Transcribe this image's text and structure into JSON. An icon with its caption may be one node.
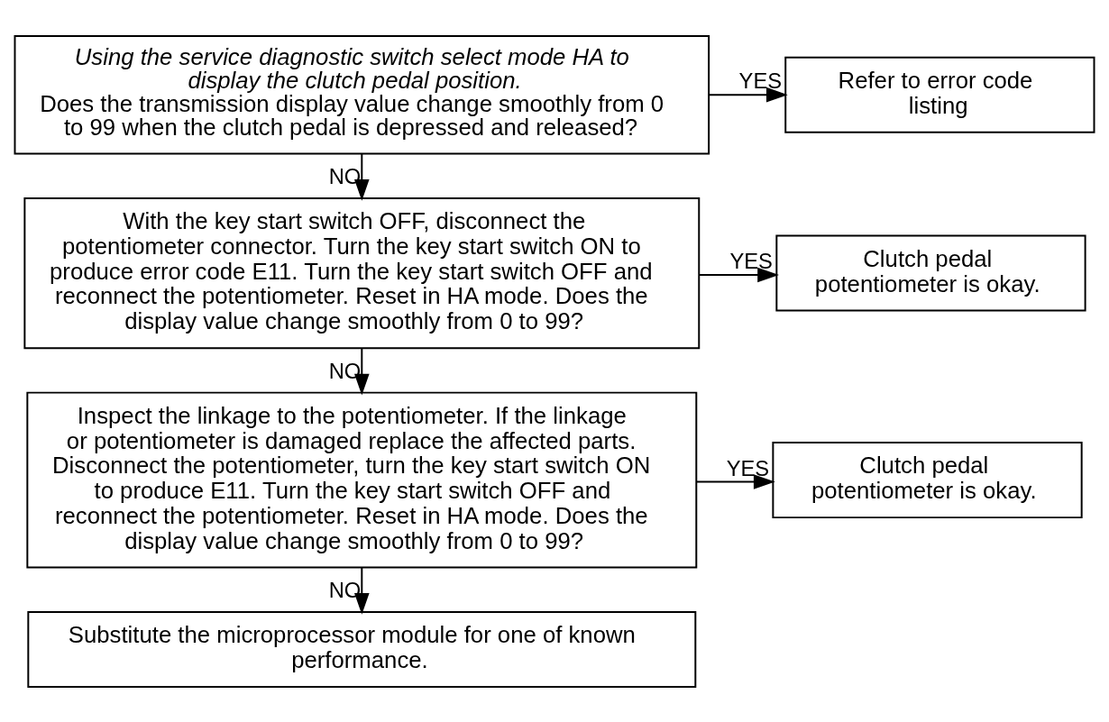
{
  "diagram": {
    "nodes": [
      {
        "text": [
          "Using the service diagnostic switch select mode HA to display the clutch pedal position.",
          "Does the transmission display value change smoothly from 0 to 99 when the clutch pedal is depressed and released?"
        ]
      },
      {
        "text": [
          "Refer to error code listing"
        ]
      },
      {
        "text": [
          "With the key start switch OFF, disconnect the potentiometer connector. Turn the key start switch ON to produce error code E11. Turn the key start switch OFF and reconnect the potentiometer. Reset in HA mode. Does the display value change smoothly from 0 to 99?"
        ]
      },
      {
        "text": [
          "Clutch pedal potentiometer is okay."
        ]
      },
      {
        "text": [
          "Inspect the linkage to the potentiometer. If the linkage or potentiometer is damaged replace the affected parts. Disconnect the potentiometer, turn the key start switch ON to produce E11. Turn the key start switch OFF and reconnect the potentiometer. Reset in HA mode. Does the display value change smoothly from 0 to 99?"
        ]
      },
      {
        "text": [
          "Clutch pedal potentiometer is okay."
        ]
      },
      {
        "text": [
          "Substitute the microprocessor module for one of known performance."
        ]
      }
    ],
    "edges": [
      {
        "from": 0,
        "to": 1,
        "arrow": "to",
        "label": "YES"
      },
      {
        "from": 0,
        "to": 2,
        "arrow": "to",
        "label": "NO"
      },
      {
        "from": 2,
        "to": 3,
        "arrow": "to",
        "label": "YES"
      },
      {
        "from": 2,
        "to": 4,
        "arrow": "to",
        "label": "NO"
      },
      {
        "from": 4,
        "to": 5,
        "arrow": "to",
        "label": "YES"
      },
      {
        "from": 4,
        "to": 6,
        "arrow": "to",
        "label": "NO"
      }
    ]
  }
}
